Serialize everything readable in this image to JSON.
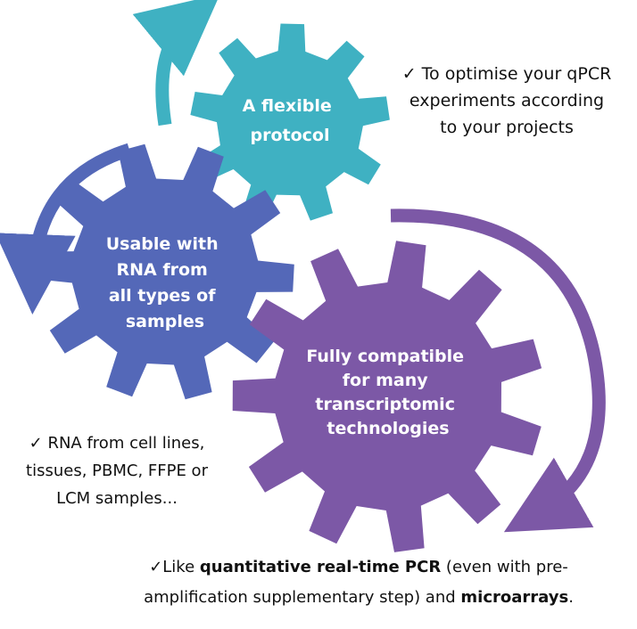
{
  "gears": [
    {
      "id": "flexible",
      "color": "#3fb1c2",
      "label_lines": [
        "A flexible",
        "protocol"
      ]
    },
    {
      "id": "usable",
      "color": "#5468b8",
      "label_lines": [
        "Usable with",
        "RNA from",
        "all types of",
        "samples"
      ]
    },
    {
      "id": "compatible",
      "color": "#7c58a6",
      "label_lines": [
        "Fully compatible",
        "for many",
        "transcriptomic",
        "technologies"
      ]
    }
  ],
  "notes": {
    "flexible": {
      "check": "✓",
      "lines": [
        "To optimise your qPCR",
        "experiments according",
        "to your projects"
      ]
    },
    "usable": {
      "check": "✓",
      "lines": [
        "RNA from cell lines,",
        "tissues, PBMC, FFPE or",
        "LCM samples..."
      ]
    },
    "compatible": {
      "check": "✓",
      "line1_pre": "Like ",
      "line1_bold": "quantitative real-time PCR",
      "line1_post": " (even with pre-",
      "line2_pre": "amplification supplementary step) and ",
      "line2_bold": "microarrays",
      "line2_post": "."
    }
  }
}
